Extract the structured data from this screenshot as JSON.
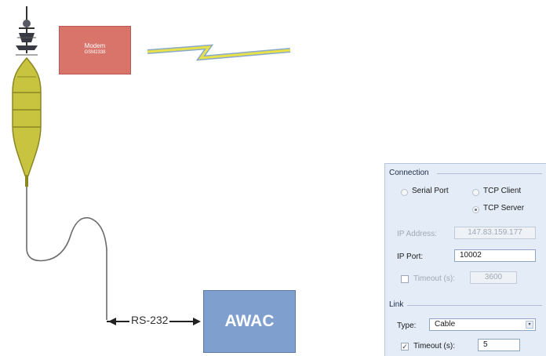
{
  "modem": {
    "title": "Modem",
    "model": "GSM2338"
  },
  "awac": {
    "label": "AWAC"
  },
  "cable_label": "RS-232",
  "connection": {
    "group_label": "Connection",
    "serial_port_label": "Serial Port",
    "tcp_client_label": "TCP Client",
    "tcp_server_label": "TCP Server",
    "selected": "TCP Server",
    "ip_address_label": "IP Address:",
    "ip_address_value": "147.83.159.177",
    "ip_port_label": "IP Port:",
    "ip_port_value": "10002",
    "timeout_label": "Timeout (s):",
    "timeout_value": "3600",
    "timeout_checked": false
  },
  "link": {
    "group_label": "Link",
    "type_label": "Type:",
    "type_value": "Cable",
    "timeout_label": "Timeout (s):",
    "timeout_value": "5",
    "timeout_checked": true
  },
  "colors": {
    "modem_fill": "#d9746b",
    "awac_fill": "#7f9fcf",
    "buoy_fill": "#c8c440",
    "panel_bg": "#e4edf7"
  }
}
